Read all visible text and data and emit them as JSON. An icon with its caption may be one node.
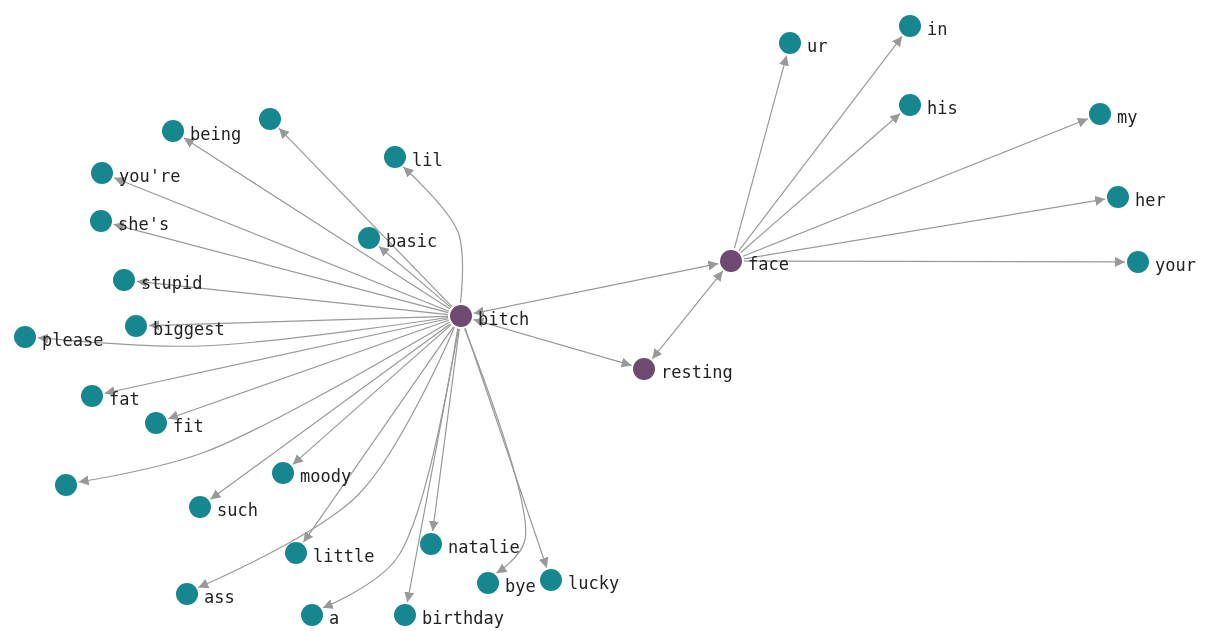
{
  "diagram": {
    "nodes": [
      {
        "text": [
          "in"
        ]
      },
      {
        "text": [
          "ur"
        ]
      },
      {
        "text": [
          "his"
        ]
      },
      {
        "text": [
          "my"
        ]
      },
      {
        "text": [],
        "shape": "circle"
      },
      {
        "text": [
          "being"
        ]
      },
      {
        "text": [
          "lil"
        ]
      },
      {
        "text": [
          "you're"
        ]
      },
      {
        "text": [
          "her"
        ]
      },
      {
        "text": [
          "she's"
        ]
      },
      {
        "text": [
          "basic"
        ]
      },
      {
        "text": [
          "face"
        ]
      },
      {
        "text": [
          "your"
        ]
      },
      {
        "text": [
          "stupid"
        ]
      },
      {
        "text": [
          "bitch"
        ]
      },
      {
        "text": [
          "biggest"
        ]
      },
      {
        "text": [
          "please"
        ]
      },
      {
        "text": [
          "resting"
        ]
      },
      {
        "text": [
          "fat"
        ]
      },
      {
        "text": [
          "fit"
        ]
      },
      {
        "text": [
          "moody"
        ]
      },
      {
        "text": [],
        "shape": "circle"
      },
      {
        "text": [
          "such"
        ]
      },
      {
        "text": [
          "natalie"
        ]
      },
      {
        "text": [
          "little"
        ]
      },
      {
        "text": [
          "lucky"
        ]
      },
      {
        "text": [
          "bye"
        ]
      },
      {
        "text": [
          "ass"
        ]
      },
      {
        "text": [
          "a"
        ]
      },
      {
        "text": [
          "birthday"
        ]
      }
    ],
    "edges": [
      {
        "from": 14,
        "to": 4,
        "arrow": "to"
      },
      {
        "from": 14,
        "to": 5,
        "arrow": "to"
      },
      {
        "from": 14,
        "to": 6,
        "arrow": "to"
      },
      {
        "from": 14,
        "to": 7,
        "arrow": "to"
      },
      {
        "from": 14,
        "to": 9,
        "arrow": "to"
      },
      {
        "from": 14,
        "to": 10,
        "arrow": "to"
      },
      {
        "from": 14,
        "to": 13,
        "arrow": "to"
      },
      {
        "from": 14,
        "to": 15,
        "arrow": "to"
      },
      {
        "from": 14,
        "to": 16,
        "arrow": "to"
      },
      {
        "from": 14,
        "to": 18,
        "arrow": "to"
      },
      {
        "from": 14,
        "to": 19,
        "arrow": "to"
      },
      {
        "from": 14,
        "to": 20,
        "arrow": "to"
      },
      {
        "from": 14,
        "to": 21,
        "arrow": "to"
      },
      {
        "from": 14,
        "to": 22,
        "arrow": "to"
      },
      {
        "from": 14,
        "to": 23,
        "arrow": "to"
      },
      {
        "from": 14,
        "to": 24,
        "arrow": "to"
      },
      {
        "from": 14,
        "to": 25,
        "arrow": "to"
      },
      {
        "from": 14,
        "to": 26,
        "arrow": "to"
      },
      {
        "from": 14,
        "to": 27,
        "arrow": "to"
      },
      {
        "from": 14,
        "to": 28,
        "arrow": "to"
      },
      {
        "from": 14,
        "to": 29,
        "arrow": "to"
      },
      {
        "from": 14,
        "to": 11,
        "arrow": "both"
      },
      {
        "from": 14,
        "to": 17,
        "arrow": "both"
      },
      {
        "from": 17,
        "to": 11,
        "arrow": "both"
      },
      {
        "from": 11,
        "to": 0,
        "arrow": "to"
      },
      {
        "from": 11,
        "to": 1,
        "arrow": "to"
      },
      {
        "from": 11,
        "to": 2,
        "arrow": "to"
      },
      {
        "from": 11,
        "to": 3,
        "arrow": "to"
      },
      {
        "from": 11,
        "to": 8,
        "arrow": "to"
      },
      {
        "from": 11,
        "to": 12,
        "arrow": "to"
      }
    ]
  }
}
